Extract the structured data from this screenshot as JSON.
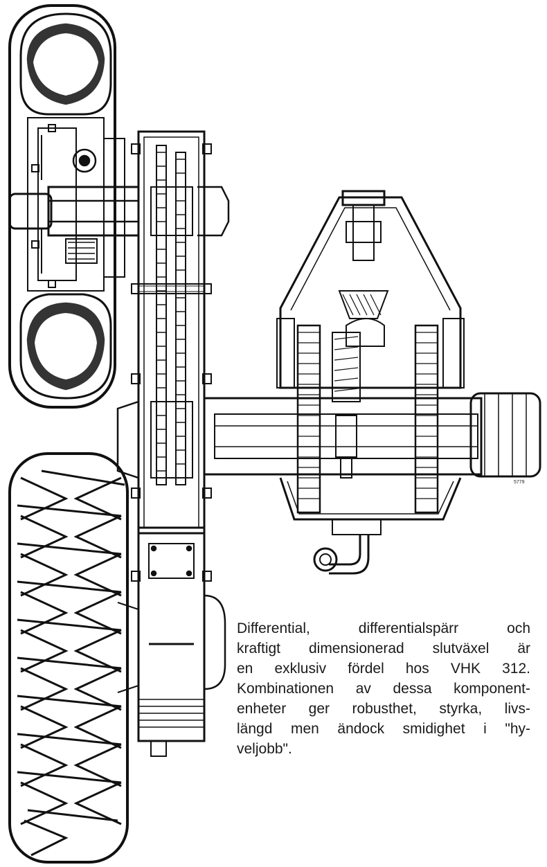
{
  "figure": {
    "reference_number": "5779"
  },
  "caption": {
    "lines": [
      "Differential,   differentialspärr   och",
      "kraftigt dimensionerad slutväxel är",
      "en exklusiv fördel hos VHK 312.",
      "Kombinationen av dessa komponent-",
      "enheter ger robusthet, styrka, livs-",
      "längd men ändock smidighet i \"hy-",
      "veljobb\"."
    ]
  }
}
